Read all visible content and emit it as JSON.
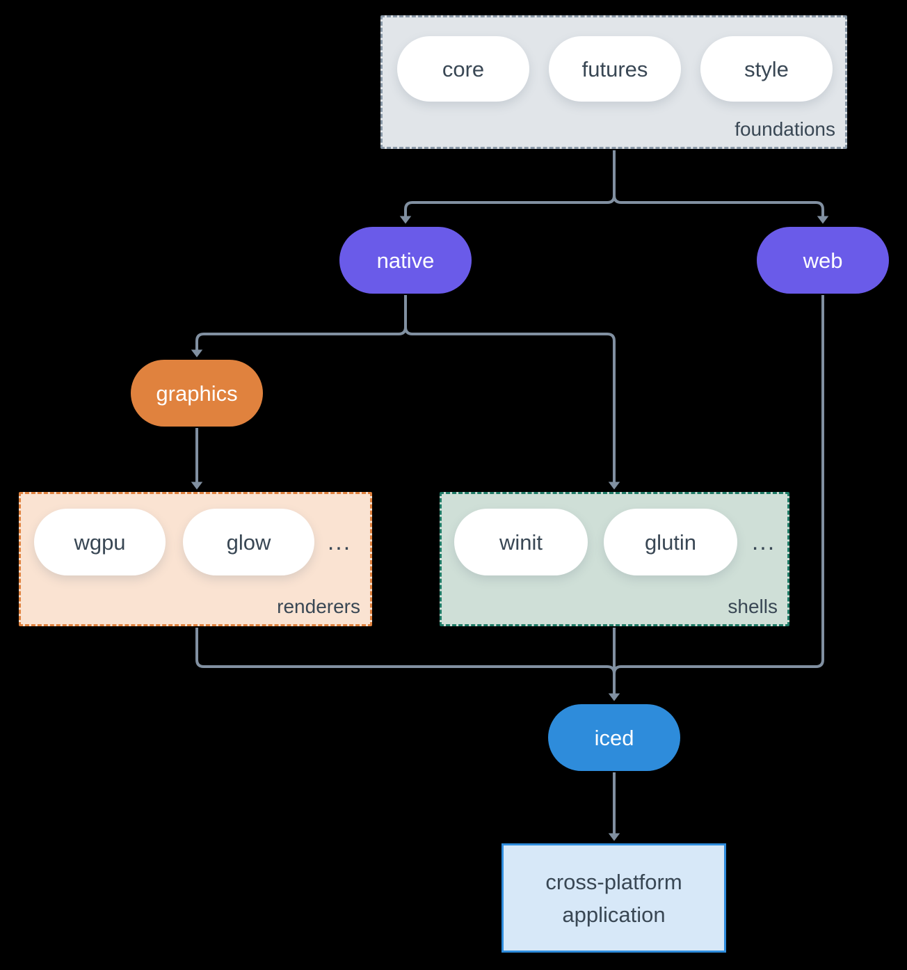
{
  "diagram": {
    "groups": {
      "foundations": {
        "label": "foundations",
        "items": [
          "core",
          "futures",
          "style"
        ]
      },
      "renderers": {
        "label": "renderers",
        "items": [
          "wgpu",
          "glow"
        ],
        "ellipsis": "..."
      },
      "shells": {
        "label": "shells",
        "items": [
          "winit",
          "glutin"
        ],
        "ellipsis": "..."
      }
    },
    "nodes": {
      "native": {
        "label": "native",
        "color": "#6a5be9"
      },
      "web": {
        "label": "web",
        "color": "#6a5be9"
      },
      "graphics": {
        "label": "graphics",
        "color": "#e0823e"
      },
      "iced": {
        "label": "iced",
        "color": "#2e8cdb"
      },
      "application": {
        "label_line1": "cross-platform",
        "label_line2": "application"
      }
    },
    "colors": {
      "background": "#000000",
      "edge": "#8190a1",
      "foundations_fill": "#e1e5e9",
      "foundations_border": "#8897a6",
      "renderers_fill": "#fae3d2",
      "renderers_border": "#e0823e",
      "shells_fill": "#cfdfd7",
      "shells_border": "#1e7b66",
      "app_fill": "#d7e8f8",
      "app_border": "#2f8cdc",
      "node_purple": "#6a5be9",
      "node_orange": "#e0823e",
      "node_blue": "#2e8cdb",
      "pill_fill": "#ffffff",
      "text_dark": "#394754",
      "text_light": "#ffffff"
    }
  }
}
